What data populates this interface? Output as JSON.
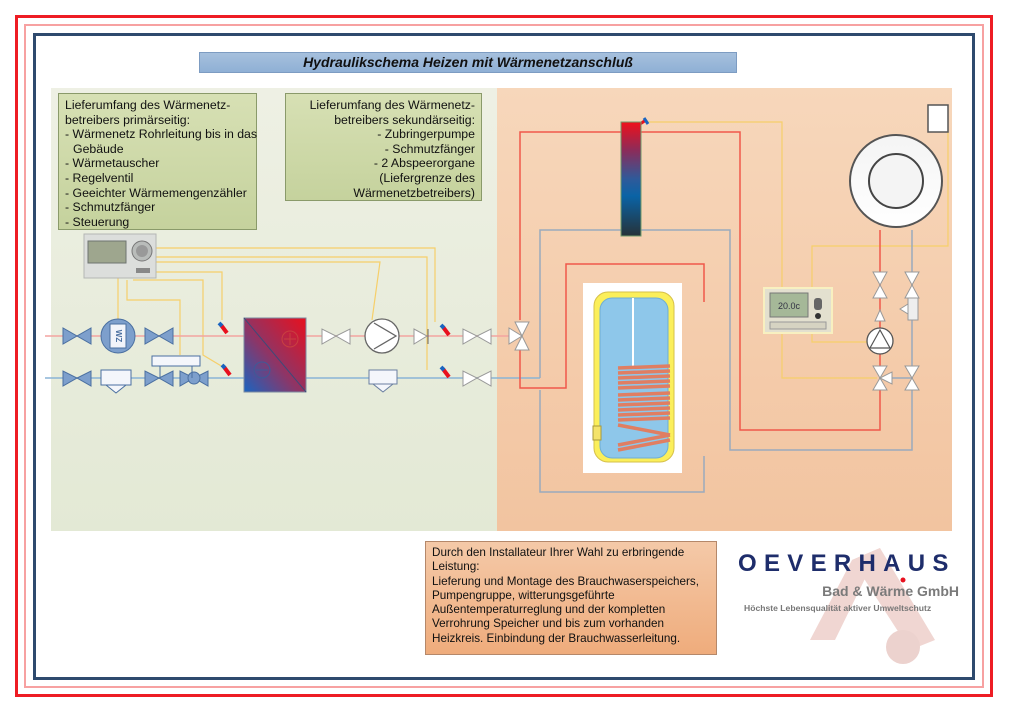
{
  "title": "Hydraulikschema Heizen mit Wärmenetzanschluß",
  "primary_box": {
    "lines": [
      "Lieferumfang des Wärmenetz-",
      "betreibers primärseitig:",
      "- Wärmenetz Rohrleitung bis in das",
      "Gebäude",
      "- Wärmetauscher",
      "- Regelventil",
      "- Geeichter Wärmemengenzähler",
      "- Schmutzfänger",
      "- Steuerung"
    ]
  },
  "secondary_box": {
    "lines": [
      "Lieferumfang des Wärmenetz-",
      "betreibers sekundärseitig:",
      "- Zubringerpumpe",
      "- Schmutzfänger",
      "- 2 Abspeerorgane",
      "(Liefergrenze des",
      "Wärmenetzbetreibers)"
    ]
  },
  "installer_box": {
    "lines": [
      "Durch den Installateur Ihrer Wahl zu erbringende",
      "Leistung:",
      "Lieferung und Montage des Brauchwaserspeichers,",
      "Pumpengruppe, witterungsgeführte",
      "Außentemperaturreglung und der kompletten",
      "Verrohrung Speicher und bis zum vorhanden",
      "Heizkreis. Einbindung der Brauchwasserleitung."
    ]
  },
  "components": {
    "heat_meter_label": "WZ",
    "room_controller_display": "20.0c"
  },
  "logo": {
    "name": "OEVERHAUS",
    "subtitle": "Bad & Wärme GmbH",
    "tagline": "Höchste Lebensqualität   aktiver Umweltschutz"
  },
  "colors": {
    "supply_red": "#f0584a",
    "return_blue": "#7fa6c8",
    "signal_yellow": "#f6cf6a",
    "frame_red": "#ee1c24",
    "frame_navy": "#2e4a6e",
    "logo_navy": "#1e2d6b"
  }
}
